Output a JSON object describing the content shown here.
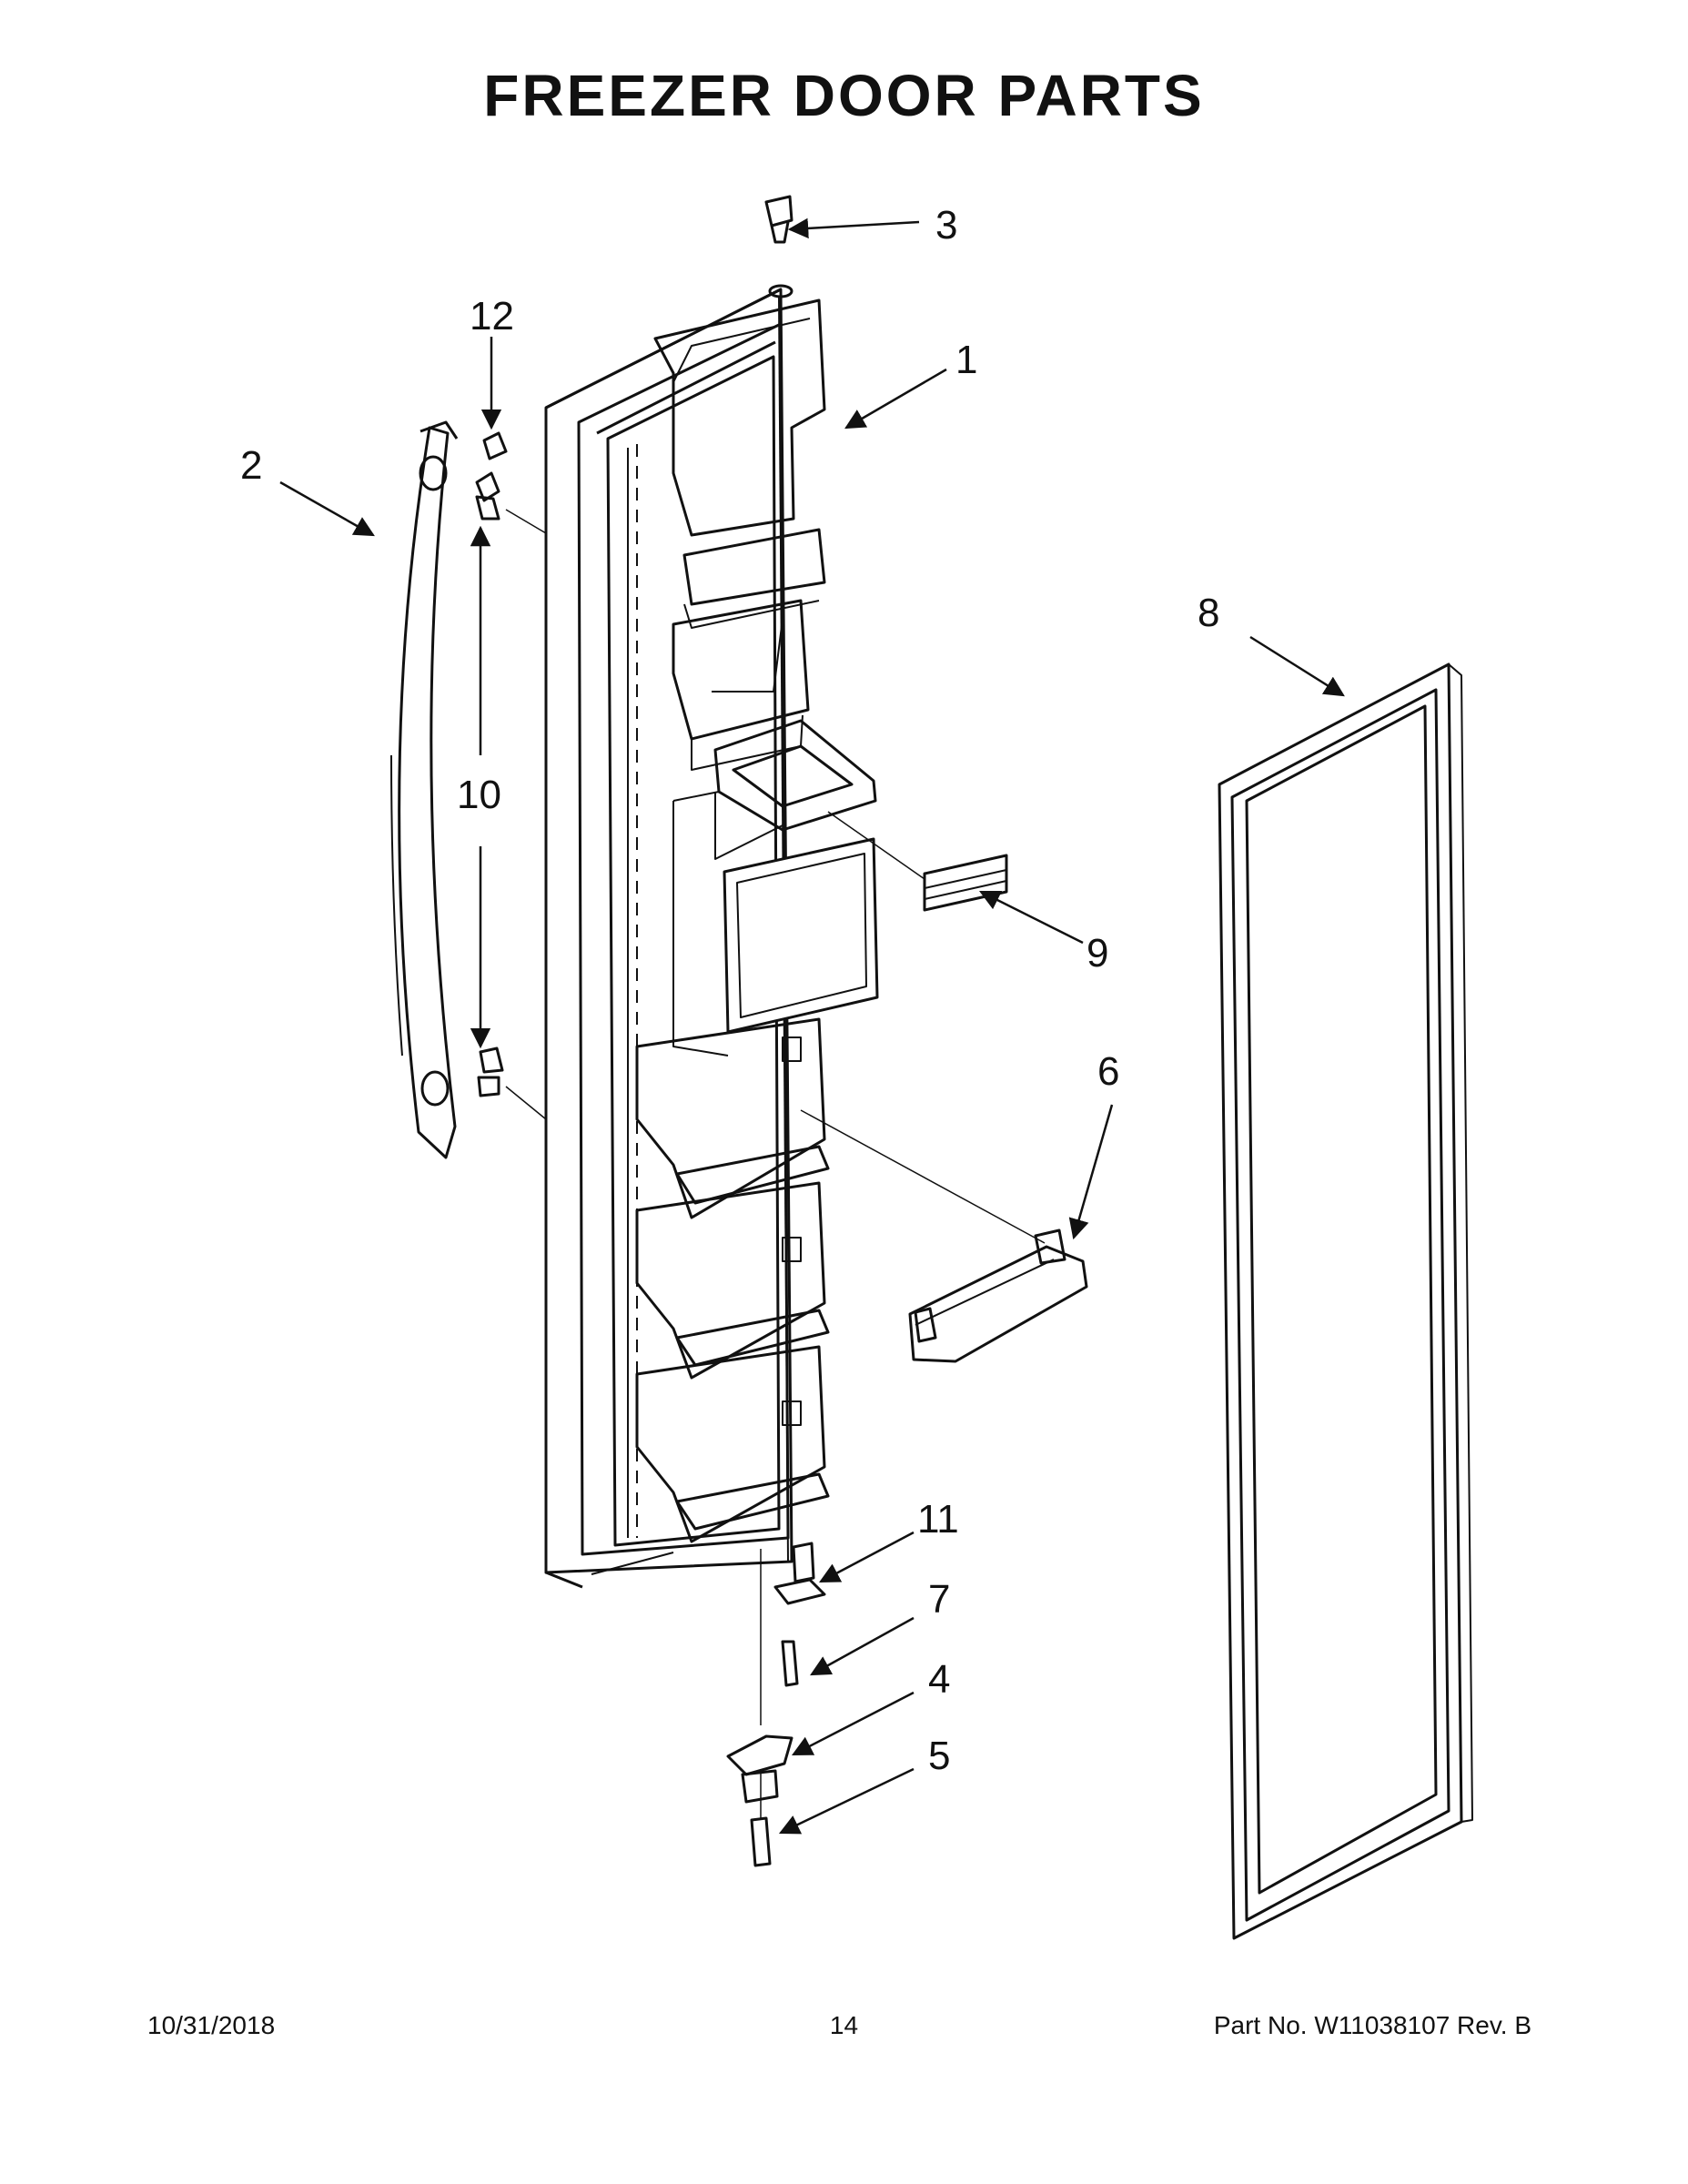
{
  "header": {
    "title": "FREEZER DOOR PARTS"
  },
  "footer": {
    "date": "10/31/2018",
    "page_number": "14",
    "part_number": "Part No.  W11038107  Rev.  B"
  },
  "callouts": [
    {
      "id": "1",
      "label": "1"
    },
    {
      "id": "2",
      "label": "2"
    },
    {
      "id": "3",
      "label": "3"
    },
    {
      "id": "4",
      "label": "4"
    },
    {
      "id": "5",
      "label": "5"
    },
    {
      "id": "6",
      "label": "6"
    },
    {
      "id": "7",
      "label": "7"
    },
    {
      "id": "8",
      "label": "8"
    },
    {
      "id": "9",
      "label": "9"
    },
    {
      "id": "10",
      "label": "10"
    },
    {
      "id": "11",
      "label": "11"
    },
    {
      "id": "12",
      "label": "12"
    }
  ],
  "colors": {
    "line": "#111111",
    "background": "#ffffff"
  }
}
